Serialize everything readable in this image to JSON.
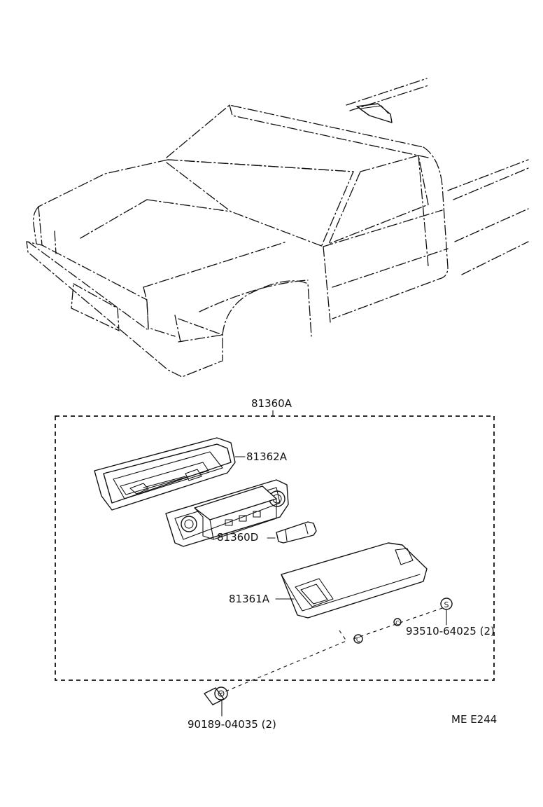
{
  "labels": {
    "assembly": "81360A",
    "lens_housing": "81362A",
    "bulb": "81360D",
    "cover": "81361A",
    "nut": "93510-64025 (2)",
    "screw": "90189-04035 (2)",
    "diagram_code": "ME E244"
  },
  "symbols": {
    "s_mark": "S",
    "c_mark": "C"
  },
  "colors": {
    "ink": "#111111",
    "paper": "#ffffff"
  }
}
